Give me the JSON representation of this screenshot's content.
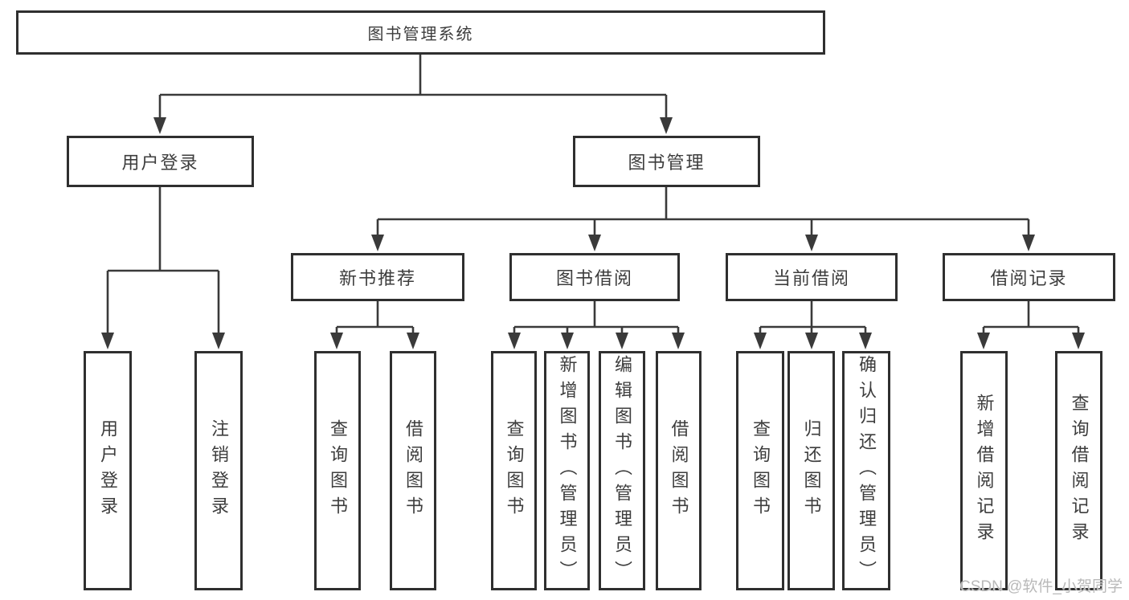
{
  "diagram": {
    "root": {
      "label": "图书管理系统"
    },
    "level2": [
      {
        "label": "用户登录"
      },
      {
        "label": "图书管理"
      }
    ],
    "level3": [
      {
        "label": "新书推荐"
      },
      {
        "label": "图书借阅"
      },
      {
        "label": "当前借阅"
      },
      {
        "label": "借阅记录"
      }
    ],
    "leaves": {
      "user_login": [
        {
          "label": "用户登录"
        },
        {
          "label": "注销登录"
        }
      ],
      "new_book_recommend": [
        {
          "label": "查询图书"
        },
        {
          "label": "借阅图书"
        }
      ],
      "book_borrow": [
        {
          "label": "查询图书"
        },
        {
          "label": "新增图书（管理员）"
        },
        {
          "label": "编辑图书（管理员）"
        },
        {
          "label": "借阅图书"
        }
      ],
      "current_borrow": [
        {
          "label": "查询图书"
        },
        {
          "label": "归还图书"
        },
        {
          "label": "确认归还（管理员）"
        }
      ],
      "borrow_records": [
        {
          "label": "新增借阅记录"
        },
        {
          "label": "查询借阅记录"
        }
      ]
    }
  },
  "watermark": {
    "text": "CSDN @软件_小贺同学"
  },
  "colors": {
    "line": "#3a3a3a",
    "border": "#2f2f2f",
    "text": "#3d3d3d",
    "watermark": "#b9b9b9",
    "background": "#ffffff"
  }
}
